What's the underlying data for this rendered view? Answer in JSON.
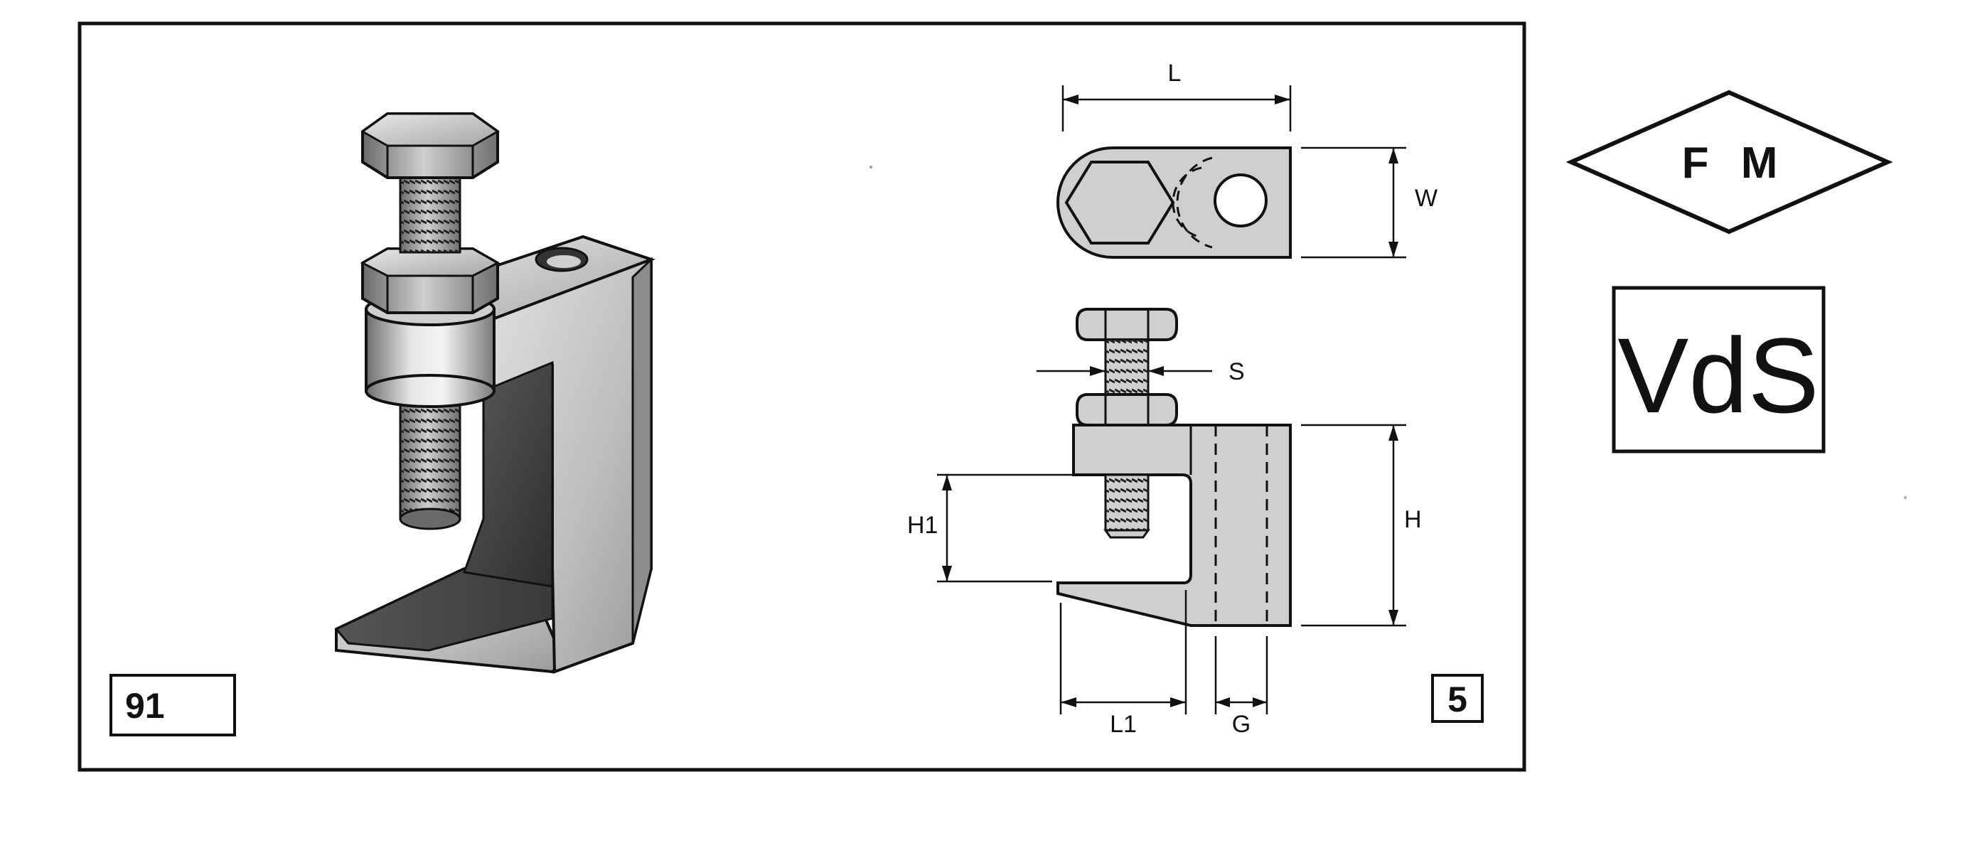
{
  "product_number": "91",
  "page_number": "5",
  "dimension_labels": {
    "L": "L",
    "W": "W",
    "S": "S",
    "H": "H",
    "H1": "H1",
    "L1": "L1",
    "G": "G"
  },
  "certifications": {
    "fm": "F M",
    "vds": "VdS"
  },
  "colors": {
    "metal_light": "#d4d4d4",
    "metal_mid": "#a8a8a8",
    "metal_dark": "#4a4a4a",
    "line": "#111111"
  }
}
